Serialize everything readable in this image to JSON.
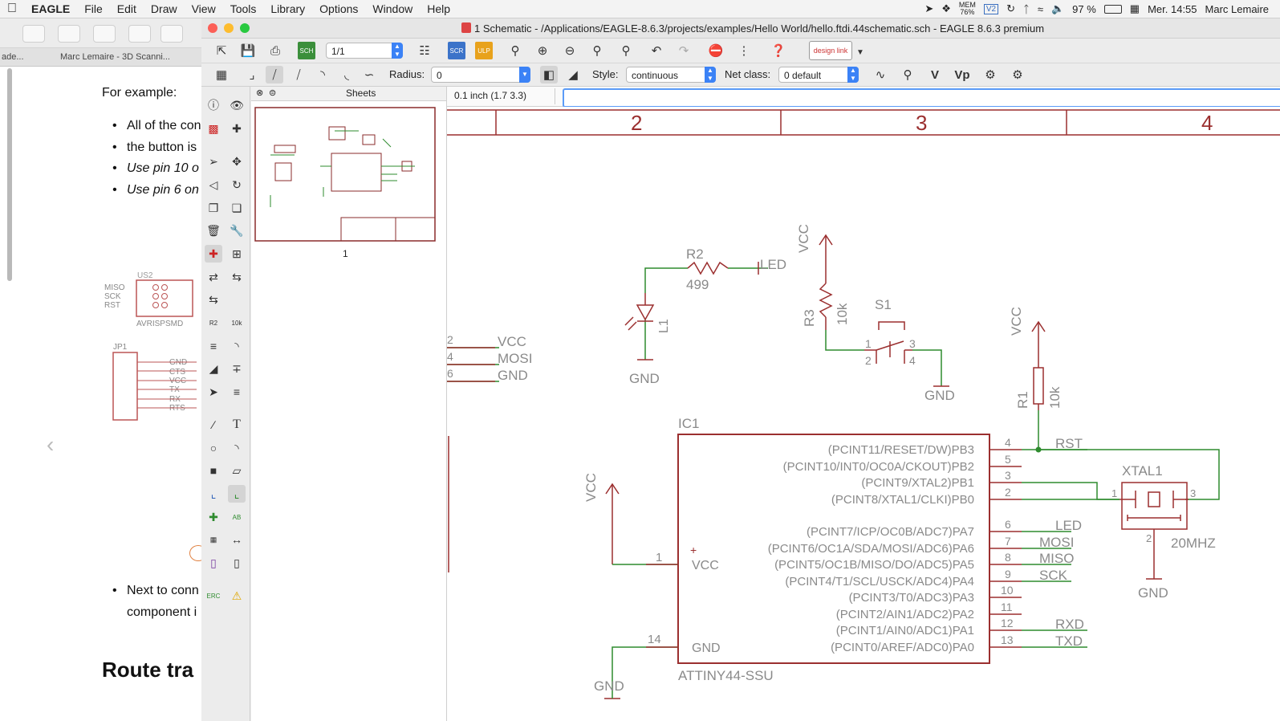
{
  "menubar": {
    "app": "EAGLE",
    "items": [
      "File",
      "Edit",
      "Draw",
      "View",
      "Tools",
      "Library",
      "Options",
      "Window",
      "Help"
    ],
    "mem_label": "MEM",
    "mem_value": "76%",
    "battery": "97 %",
    "datetime": "Mer. 14:55",
    "user": "Marc Lemaire"
  },
  "browser": {
    "tab1": "ade...",
    "tab2": "Marc Lemaire - 3D Scanni...",
    "intro": "For example:",
    "bullets": [
      "All of the con",
      "the button is",
      "Use pin 10 o",
      "Use pin 6 on"
    ],
    "next_line1": "Next to conn",
    "next_line2": "component i",
    "heading": "Route tra",
    "thumb_labels": {
      "us2": "US2",
      "miso": "MISO",
      "sck": "SCK",
      "rst": "RST",
      "avr": "AVRISPSMD",
      "jp1": "JP1",
      "jp_pins": [
        "GND",
        "CTS",
        "VCC",
        "TX",
        "RX",
        "RTS"
      ]
    }
  },
  "eagle": {
    "title": "1 Schematic - /Applications/EAGLE-8.6.3/projects/examples/Hello World/hello.ftdi.44schematic.sch - EAGLE 8.6.3 premium",
    "sheet_combo": "1/1",
    "radius_label": "Radius:",
    "radius_value": "0",
    "style_label": "Style:",
    "style_value": "continuous",
    "netclass_label": "Net class:",
    "netclass_value": "0 default",
    "sheets_title": "Sheets",
    "sheet_number": "1",
    "coord": "0.1 inch (1.7 3.3)",
    "command_value": "",
    "design_link": "design link"
  },
  "schematic": {
    "frame_cols": [
      "2",
      "3",
      "4"
    ],
    "r2": {
      "name": "R2",
      "value": "499",
      "net": "LED"
    },
    "l1": {
      "name": "L1",
      "gnd": "GND"
    },
    "vcc1": "VCC",
    "r3": {
      "name": "R3",
      "value": "10k"
    },
    "s1": {
      "name": "S1",
      "pins": [
        "1",
        "2",
        "3",
        "4"
      ],
      "gnd": "GND"
    },
    "vcc2": "VCC",
    "r1": {
      "name": "R1",
      "value": "10k"
    },
    "left_nets": [
      {
        "pin": "2",
        "name": "VCC"
      },
      {
        "pin": "4",
        "name": "MOSI"
      },
      {
        "pin": "6",
        "name": "GND"
      }
    ],
    "ic1": {
      "name": "IC1",
      "part": "ATTINY44-SSU",
      "left_pins": [
        {
          "num": "1",
          "name": "VCC"
        },
        {
          "num": "14",
          "name": "GND"
        }
      ],
      "right_pins": [
        {
          "name": "(PCINT11/RESET/DW)PB3",
          "num": "4",
          "net": "RST"
        },
        {
          "name": "(PCINT10/INT0/OC0A/CKOUT)PB2",
          "num": "5",
          "net": ""
        },
        {
          "name": "(PCINT9/XTAL2)PB1",
          "num": "3",
          "net": ""
        },
        {
          "name": "(PCINT8/XTAL1/CLKI)PB0",
          "num": "2",
          "net": ""
        },
        {
          "name": "(PCINT7/ICP/OC0B/ADC7)PA7",
          "num": "6",
          "net": "LED"
        },
        {
          "name": "(PCINT6/OC1A/SDA/MOSI/ADC6)PA6",
          "num": "7",
          "net": "MOSI"
        },
        {
          "name": "(PCINT5/OC1B/MISO/DO/ADC5)PA5",
          "num": "8",
          "net": "MISO"
        },
        {
          "name": "(PCINT4/T1/SCL/USCK/ADC4)PA4",
          "num": "9",
          "net": "SCK"
        },
        {
          "name": "(PCINT3/T0/ADC3)PA3",
          "num": "10",
          "net": ""
        },
        {
          "name": "(PCINT2/AIN1/ADC2)PA2",
          "num": "11",
          "net": ""
        },
        {
          "name": "(PCINT1/AIN0/ADC1)PA1",
          "num": "12",
          "net": "RXD"
        },
        {
          "name": "(PCINT0/AREF/ADC0)PA0",
          "num": "13",
          "net": "TXD"
        }
      ],
      "vcc": "VCC",
      "gnd": "GND"
    },
    "xtal1": {
      "name": "XTAL1",
      "value": "20MHZ",
      "pins": [
        "1",
        "2",
        "3"
      ],
      "gnd": "GND"
    },
    "colors": {
      "part": "#9b2f2f",
      "net": "#2e8b2e",
      "text": "#8a8a8a"
    }
  }
}
